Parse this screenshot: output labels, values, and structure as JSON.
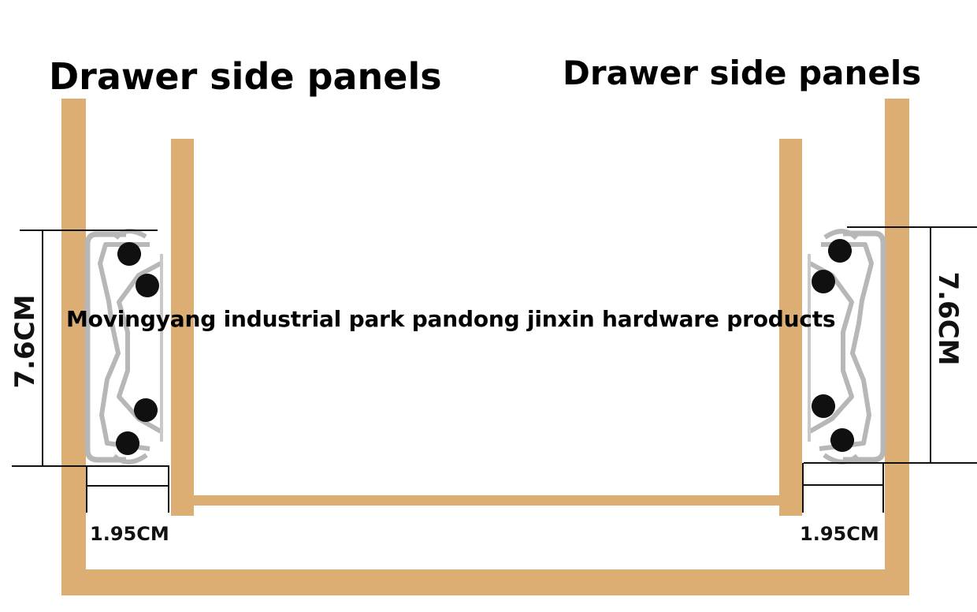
{
  "labels": {
    "left_title": "Drawer side panels",
    "right_title": "Drawer side panels",
    "watermark": "Movingyang industrial park pandong jinxin hardware products"
  },
  "dimensions": {
    "height_left": "7.6CM",
    "height_right": "7.6CM",
    "width_left": "1.95CM",
    "width_right": "1.95CM"
  },
  "colors": {
    "wood": "#dcae73",
    "metal": "#b7b7b7",
    "line": "#111111",
    "screw": "#101010"
  }
}
